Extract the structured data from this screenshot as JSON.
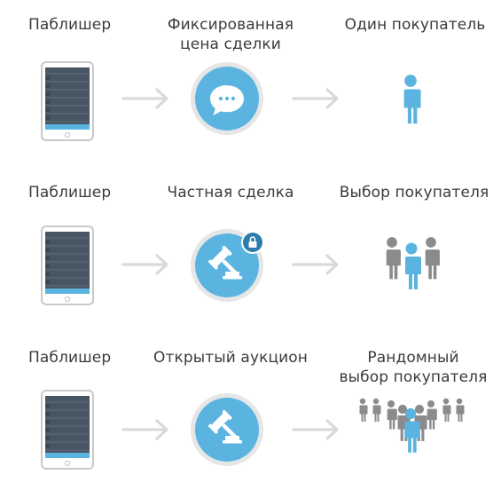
{
  "colors": {
    "accent": "#5bb4e0",
    "accent_dark": "#2d7cae",
    "arrow": "#d9d9d9",
    "person_gray": "#8b8b8b",
    "tablet_screen": "#485664"
  },
  "rows": [
    {
      "publisher_label": "Паблишер",
      "deal_label": [
        "Фиксированная",
        "цена сделки"
      ],
      "buyer_label": [
        "Один покупатель"
      ],
      "deal_icon": "chat-bubble-icon",
      "buyer_icon": "single-person-icon"
    },
    {
      "publisher_label": "Паблишер",
      "deal_label": [
        "Частная сделка"
      ],
      "buyer_label": [
        "Выбор покупателя"
      ],
      "deal_icon": "auction-gavel-lock-icon",
      "buyer_icon": "small-group-icon"
    },
    {
      "publisher_label": "Паблишер",
      "deal_label": [
        "Открытый аукцион"
      ],
      "buyer_label": [
        "Рандомный",
        "выбор покупателя"
      ],
      "deal_icon": "auction-gavel-icon",
      "buyer_icon": "crowd-icon"
    }
  ]
}
